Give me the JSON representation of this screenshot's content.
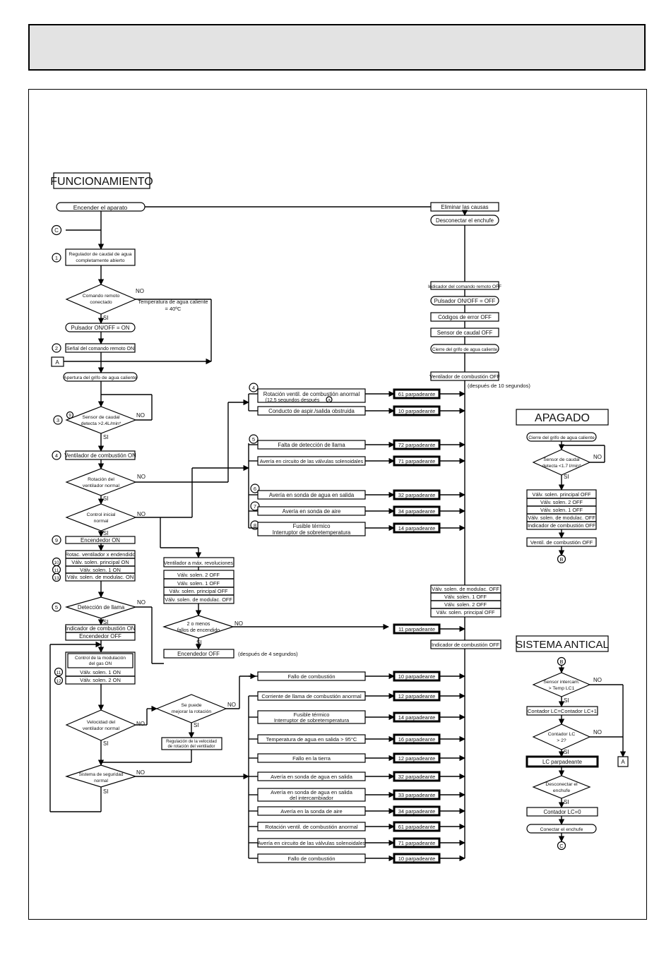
{
  "sections": {
    "funcionamiento": "FUNCIONAMIENTO",
    "apagado": "APAGADO",
    "sistema": "SISTEMA ANTICAL"
  },
  "main": {
    "encender": "Encender el aparato",
    "regulador": [
      "Regulador de caudal de agua",
      "completamente abierto"
    ],
    "comando_remoto": [
      "Comando remoto",
      "conectado"
    ],
    "temp_nota": [
      "Temperatura de agua caliente",
      "= 40ºC"
    ],
    "pulsador_on": "Pulsador ON/OFF = ON",
    "senal_remoto": "Señal del comando remoto ON",
    "apertura_grifo": "Apertura del grifo de agua caliente",
    "sensor_caudal": [
      "Sensor de caudal",
      "detecta >2.4L/min*"
    ],
    "ventilador_on": "Ventilador de combustión ON",
    "rotacion_normal": [
      "Rotación del",
      "ventilador normal"
    ],
    "control_inicial": [
      "Control inicial",
      "normal"
    ],
    "encendedor_on": "Encendedor ON",
    "rotac_stack": [
      "Rotac. ventilador x endendido",
      "Válv. solen. principal ON",
      "Válv. solen. 1 ON",
      "Válv. solen. de modulac. ON"
    ],
    "deteccion_llama": "Detección de llama",
    "llama_stack": [
      "Indicador de combustión ON",
      "Encendedor OFF"
    ],
    "modulacion_stack": [
      "Control de la modulación",
      "del gas ON",
      "Válv. solen. 1 ON",
      "Válv. solen. 2 ON"
    ],
    "velocidad_normal": [
      "Velocidad del",
      "ventilador normal"
    ],
    "mejorar_rotacion": [
      "Se puede",
      "mejorar la rotación"
    ],
    "regulacion": [
      "Regulación de la velocidad",
      "de rotación del ventilador"
    ],
    "seguridad_normal": [
      "Sistema de seguridad",
      "normal"
    ],
    "ventilador_max": "Ventilador a máx. revoluciones",
    "max_stack": [
      "Válv. solen. 2 OFF",
      "Válv. solen. 1 OFF",
      "Válv. solen. principal OFF",
      "Válv. solen. de modulac. OFF"
    ],
    "fallos_encendido": [
      "2 o menos",
      "fallos de encendido"
    ],
    "encendedor_off": "Encendedor OFF",
    "despues_4": "(después de 4 segundos)",
    "labels": {
      "si": "SI",
      "no": "NO",
      "a": "A",
      "b": "B",
      "c": "C"
    }
  },
  "right": {
    "eliminar": "Eliminar las causas",
    "desconectar": "Desconectar el enchufe",
    "indicador_remoto": "Indicador del comando remoto OFF",
    "pulsador_off": "Pulsador ON/OFF = OFF",
    "codigos_error": "Códigos de error OFF",
    "sensor_caudal_off": "Sensor de caudal OFF",
    "cierre_grifo": "Cierre del grifo de agua caliente",
    "ventilador_off": "Ventilador de combustión OFF",
    "despues_10": "(después de 10 segundos)",
    "valv_stack": [
      "Válv. solen. de modulac. OFF",
      "Válv. solen. 1 OFF",
      "Válv. solen. 2 OFF",
      "Válv. solen. principal OFF"
    ],
    "indicador_comb_off": "Indicador de combustión OFF"
  },
  "faults_upper": [
    {
      "num": "4",
      "label": "Rotación ventil. de combustión anormal",
      "sub": "(12,5 segundos después",
      "code": "61 parpadeante"
    },
    {
      "num": "",
      "label": "Conducto de aspir./salida obstruida",
      "code": "10 parpadeante"
    },
    {
      "num": "5",
      "label": "Falta de detección de llama",
      "code": "72 parpadeante"
    },
    {
      "num": "",
      "label": "Avería en circuito de las válvulas solenoidales",
      "code": "71 parpadeante"
    },
    {
      "num": "6",
      "label": "Avería en sonda de agua en salida",
      "code": "32 parpadeante"
    },
    {
      "num": "7",
      "label": "Avería en sonda de aire",
      "code": "34 parpadeante"
    },
    {
      "num": "8",
      "label": "Fusible térmico",
      "sub": "Interruptor de sobretemperatura",
      "code": "14 parpadeante"
    }
  ],
  "fault_fallos": {
    "code": "11 parpadeante"
  },
  "faults_lower": [
    {
      "label": "Fallo de combustión",
      "code": "10 parpadeante"
    },
    {
      "label": "Corriente de llama de combustión anormal",
      "code": "12 parpadeante"
    },
    {
      "label": "Fusible térmico",
      "sub": "Interruptor de sobretemperatura",
      "code": "14 parpadeante"
    },
    {
      "label": "Temperatura de agua en salida > 95°C",
      "code": "16 parpadeante"
    },
    {
      "label": "Fallo en la tierra",
      "code": "12 parpadeante"
    },
    {
      "label": "Avería en sonda de agua en salida",
      "code": "32 parpadeante"
    },
    {
      "label": "Avería en sonda de agua en salida",
      "sub": "del intercambiador",
      "code": "33 parpadeante"
    },
    {
      "label": "Avería en la sonda de aire",
      "code": "34 parpadeante"
    },
    {
      "label": "Rotación ventil. de combustión anormal",
      "code": "61 parpadeante"
    },
    {
      "label": "Avería en circuito de las válvulas solenoidales",
      "code": "71 parpadeante"
    },
    {
      "label": "Fallo de combustión",
      "code": "10 parpadeante"
    }
  ],
  "apagado": {
    "cierre": "Cierre del grifo de agua caliente",
    "sensor": [
      "Sensor de caudal",
      "detecta <1.7 l/min*"
    ],
    "stack": [
      "Válv. solen. principal OFF",
      "Válv. solen. 2 OFF",
      "Válv. solen. 1 OFF",
      "Válv. solen. de modulac. OFF",
      "Indicador de combustión OFF"
    ],
    "ventil_off": "Ventil. de combustión OFF"
  },
  "antical": {
    "sensor": [
      "Sensor intercam.",
      "> Temp LC1"
    ],
    "contador_inc": "Contador LC=Contador LC+1",
    "contador_check": [
      "Contador LC",
      "> 2?"
    ],
    "lc_parpadeante": "LC parpadeante",
    "desconectar": [
      "Desconectar el",
      "enchufe"
    ],
    "contador_reset": "Contador LC=0",
    "conectar": "Conectar el enchufe"
  }
}
